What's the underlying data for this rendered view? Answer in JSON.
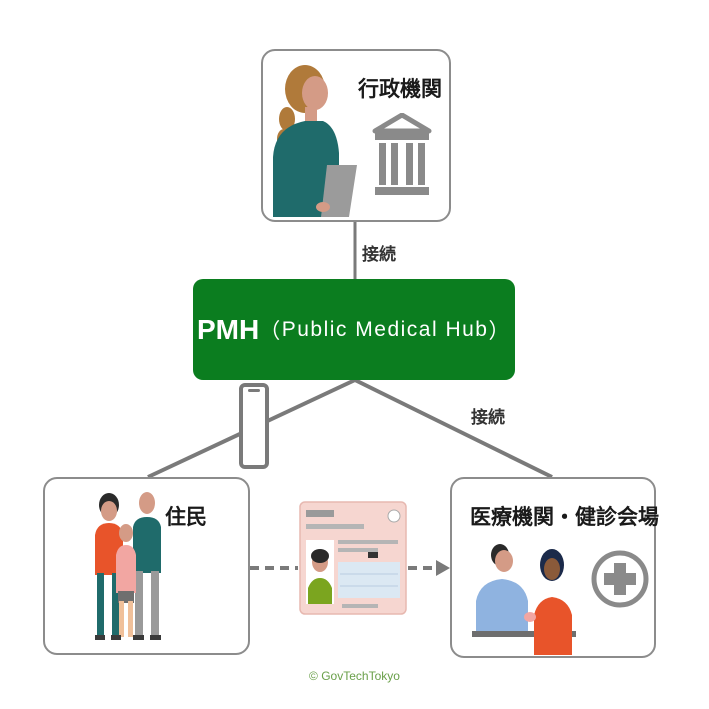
{
  "nodes": {
    "government": {
      "label": "行政機関"
    },
    "hub": {
      "abbr": "PMH",
      "open_paren": "（",
      "full_name": "Public Medical Hub",
      "close_paren": "）"
    },
    "residents": {
      "label": "住民"
    },
    "medical": {
      "label": "医療機関・健診会場"
    }
  },
  "edges": {
    "gov_to_hub": {
      "label": "接続"
    },
    "hub_to_medical": {
      "label": "接続"
    }
  },
  "credit": "© GovTechTokyo",
  "colors": {
    "hub_green": "#0b7d1f",
    "box_border": "#8c8c8c",
    "connector_gray": "#7a7a7a",
    "teal_clothing": "#1f6b6b",
    "card_pink": "#f6d6d0"
  },
  "icons": [
    "bank-building-icon",
    "medical-cross-icon",
    "smartphone-icon",
    "my-number-card-icon"
  ]
}
